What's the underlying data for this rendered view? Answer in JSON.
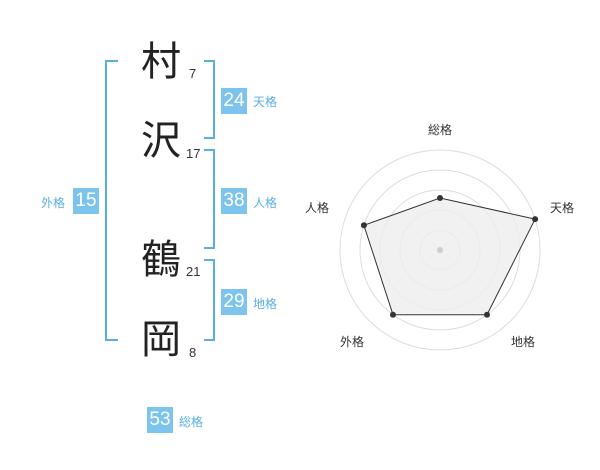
{
  "name": {
    "characters": [
      {
        "char": "村",
        "strokes": "7"
      },
      {
        "char": "沢",
        "strokes": "17"
      },
      {
        "char": "鶴",
        "strokes": "21"
      },
      {
        "char": "岡",
        "strokes": "8"
      }
    ]
  },
  "scores": {
    "tenkaku": {
      "value": "24",
      "label": "天格"
    },
    "jinkaku": {
      "value": "38",
      "label": "人格"
    },
    "chikaku": {
      "value": "29",
      "label": "地格"
    },
    "gaikaku": {
      "value": "15",
      "label": "外格"
    },
    "soukaku": {
      "value": "53",
      "label": "総格"
    }
  },
  "colors": {
    "accent": "#7cc4ee",
    "accent_text": "#5aaee4",
    "bracket": "#5aaee4",
    "radar_fill": "#eeeeee",
    "radar_line": "#333333",
    "ring": "#dddddd"
  },
  "chart_data": {
    "type": "radar",
    "axes": [
      "総格",
      "天格",
      "地格",
      "外格",
      "人格"
    ],
    "values": [
      2.6,
      5.0,
      4.0,
      4.0,
      4.0
    ],
    "max": 5
  }
}
